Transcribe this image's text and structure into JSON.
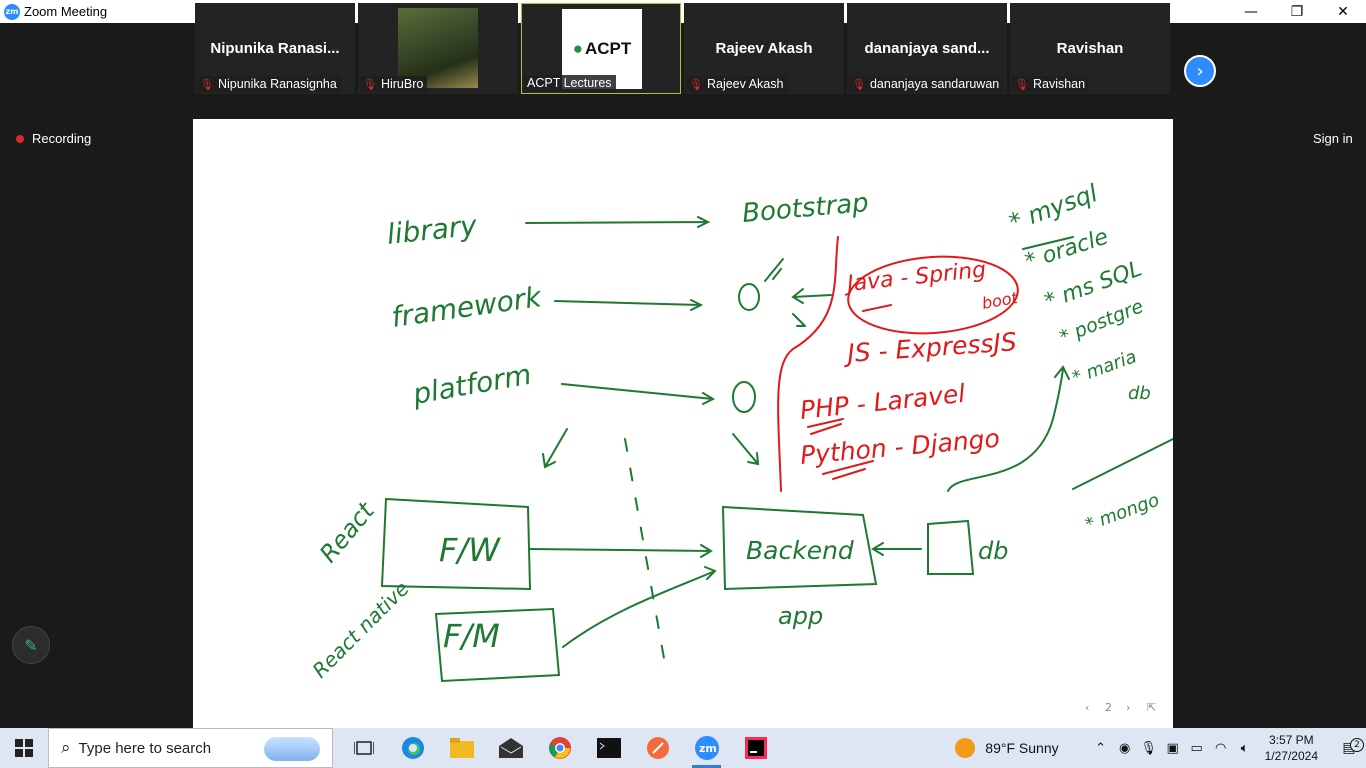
{
  "window": {
    "app_logo": "zm",
    "title": "Zoom Meeting",
    "minimize": "—",
    "restore": "❐",
    "close": "✕"
  },
  "participants": [
    {
      "display": "Nipunika  Ranasi...",
      "label": "Nipunika Ranasignha",
      "muted": true
    },
    {
      "display": "",
      "label": "HiruBro",
      "muted": true,
      "has_video": true
    },
    {
      "display": "",
      "label": "ACPT Lectures",
      "muted": false,
      "has_video": true,
      "logo_text": "ACPT",
      "active": true
    },
    {
      "display": "Rajeev Akash",
      "label": "Rajeev Akash",
      "muted": true
    },
    {
      "display": "dananjaya  sand...",
      "label": "dananjaya sandaruwan",
      "muted": true
    },
    {
      "display": "Ravishan",
      "label": "Ravishan",
      "muted": true
    }
  ],
  "next_page_icon": "›",
  "recording_label": "Recording",
  "signin_label": "Sign in",
  "whiteboard": {
    "notes": {
      "library": "library",
      "bootstrap": "Bootstrap",
      "framework": "framework",
      "platform": "platform",
      "java_spring": "Java - Spring",
      "boot": "boot",
      "js_express": "JS - ExpressJS",
      "php_laravel": "PHP - Laravel",
      "python_django": "Python - Django",
      "mysql": "* mysql",
      "oracle": "* oracle",
      "mssql": "* ms SQL",
      "postgre": "* postgre",
      "maria": "* maria",
      "maria_db": "db",
      "mongo": "* mongo",
      "react": "React",
      "fw": "F/W",
      "backend": "Backend",
      "db": "db",
      "app": "app",
      "react_native": "React native",
      "fm": "F/M"
    },
    "page_prev": "‹",
    "page_number": "2",
    "page_next": "›",
    "page_share": "⇱"
  },
  "annotate_icon": "✎",
  "taskbar": {
    "search_placeholder": "Type here to search",
    "weather_temp": "89°F  Sunny",
    "time": "3:57 PM",
    "date": "1/27/2024",
    "notification_count": "2"
  },
  "colors": {
    "ink_green": "#1e7a32",
    "ink_red": "#e01a1a",
    "zoom_blue": "#2d8cff"
  }
}
